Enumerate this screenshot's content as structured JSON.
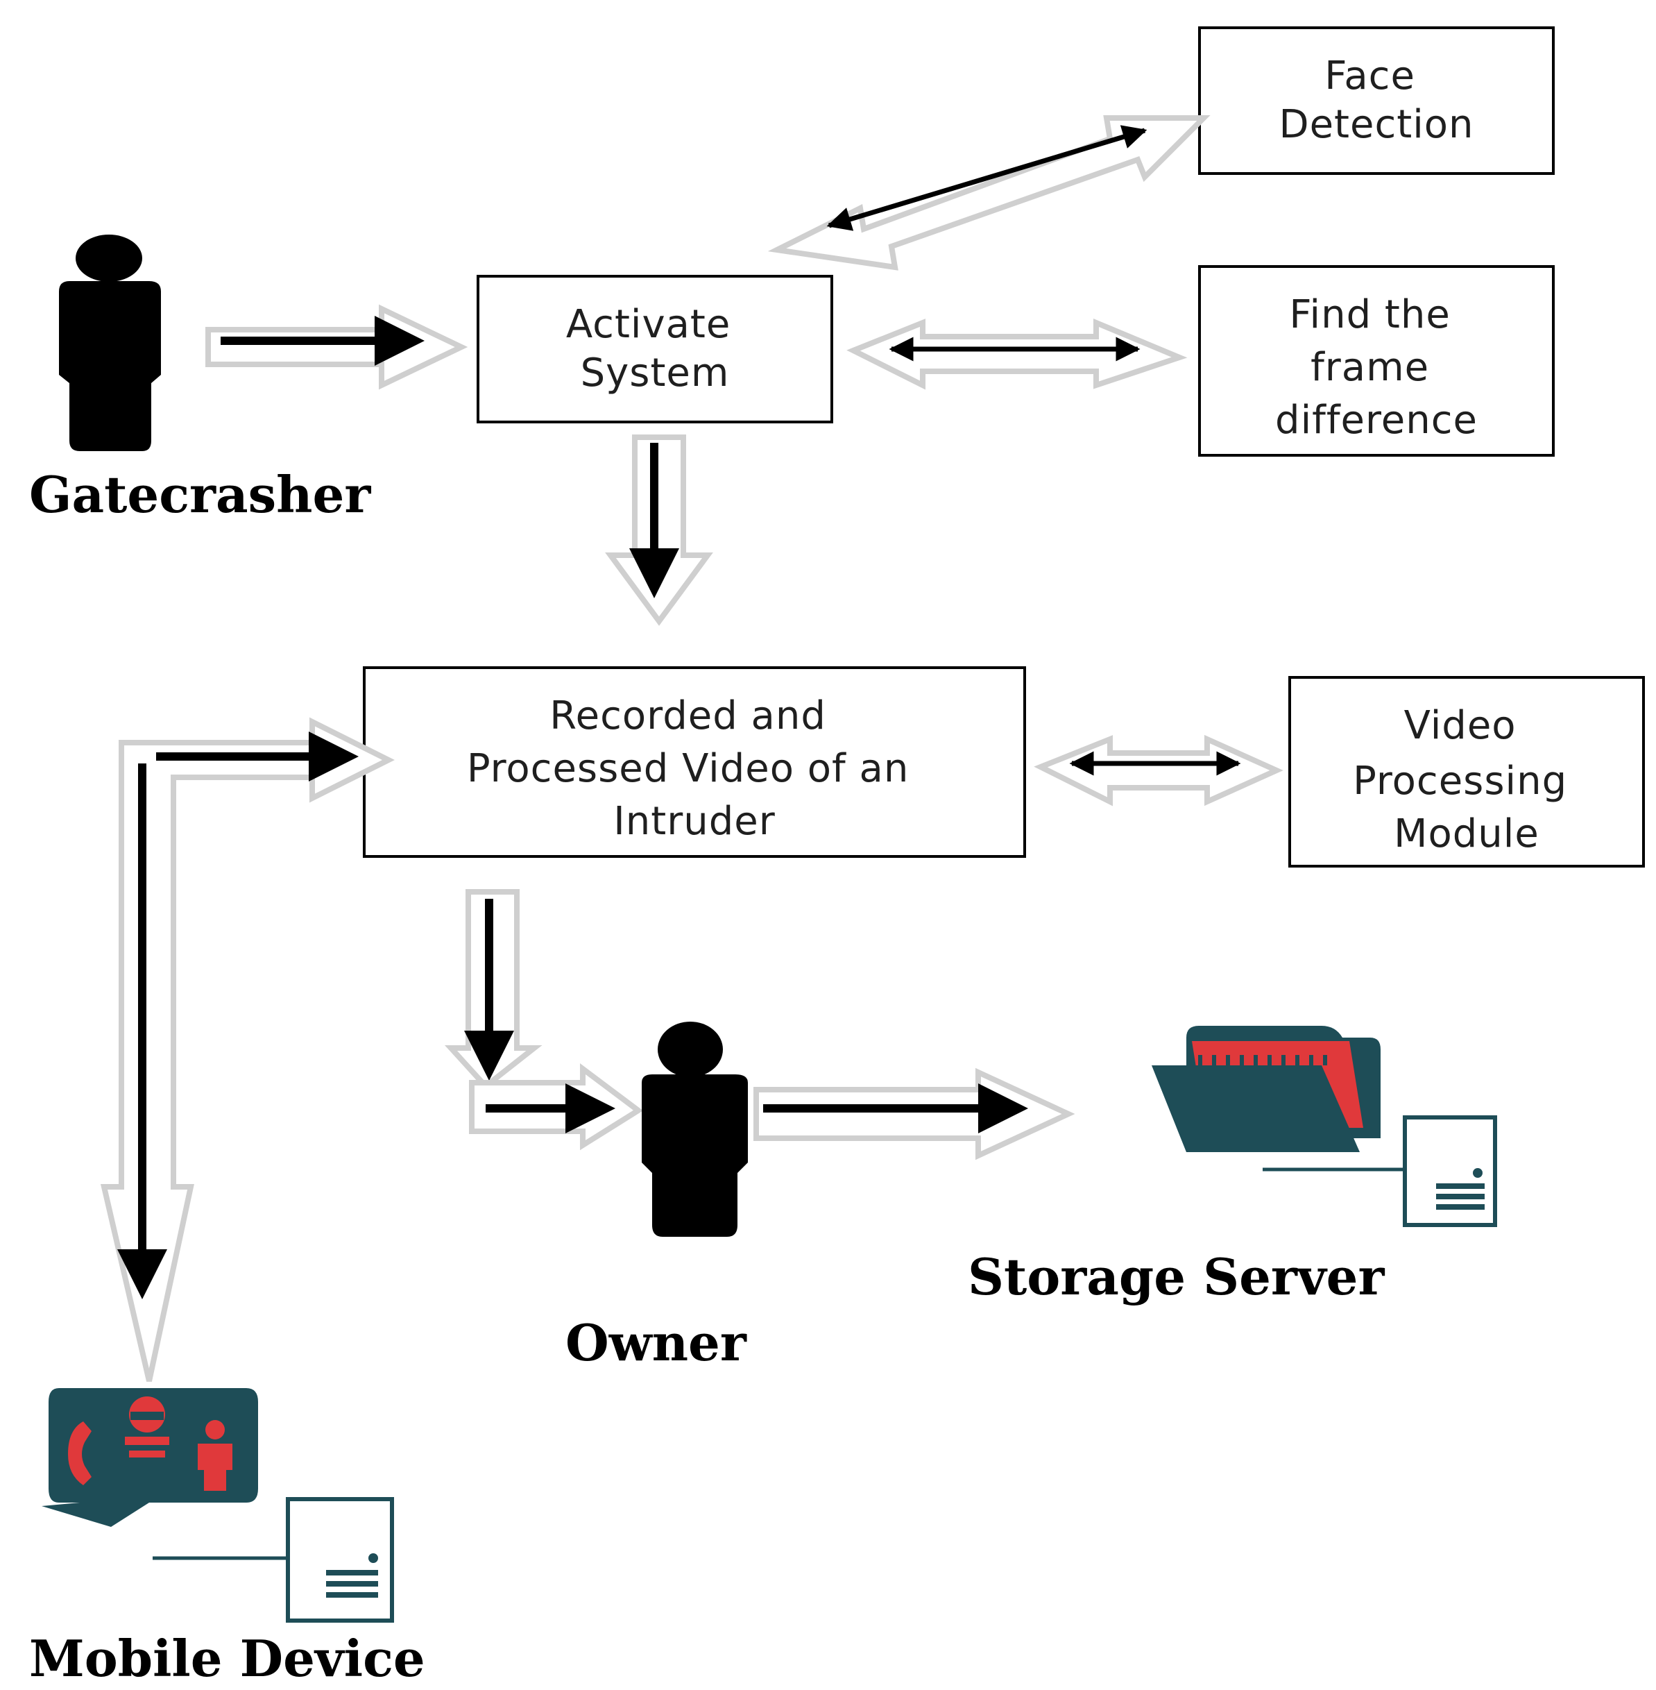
{
  "colors": {
    "icon_teal": "#1e4d57",
    "icon_red": "#e0393b",
    "person": "#000000",
    "arrow_halo": "#cfcfcf"
  },
  "nodes": {
    "face_detection": {
      "lines": [
        "Face",
        "Detection"
      ]
    },
    "activate_system": {
      "lines": [
        "Activate",
        "System"
      ]
    },
    "frame_difference": {
      "lines": [
        "Find the",
        "frame",
        "difference"
      ]
    },
    "recorded_video": {
      "lines": [
        "Recorded and",
        "Processed Video of an",
        "Intruder"
      ]
    },
    "video_module": {
      "lines": [
        "Video",
        "Processing",
        "Module"
      ]
    }
  },
  "actors": {
    "gatecrasher": "Gatecrasher",
    "owner": "Owner",
    "storage_server": "Storage Server",
    "mobile_device": "Mobile Device"
  },
  "icons": {
    "gatecrasher": "person-icon",
    "owner": "person-icon",
    "storage_server": "folder-server-icon",
    "mobile_device": "chat-phone-device-icon"
  }
}
